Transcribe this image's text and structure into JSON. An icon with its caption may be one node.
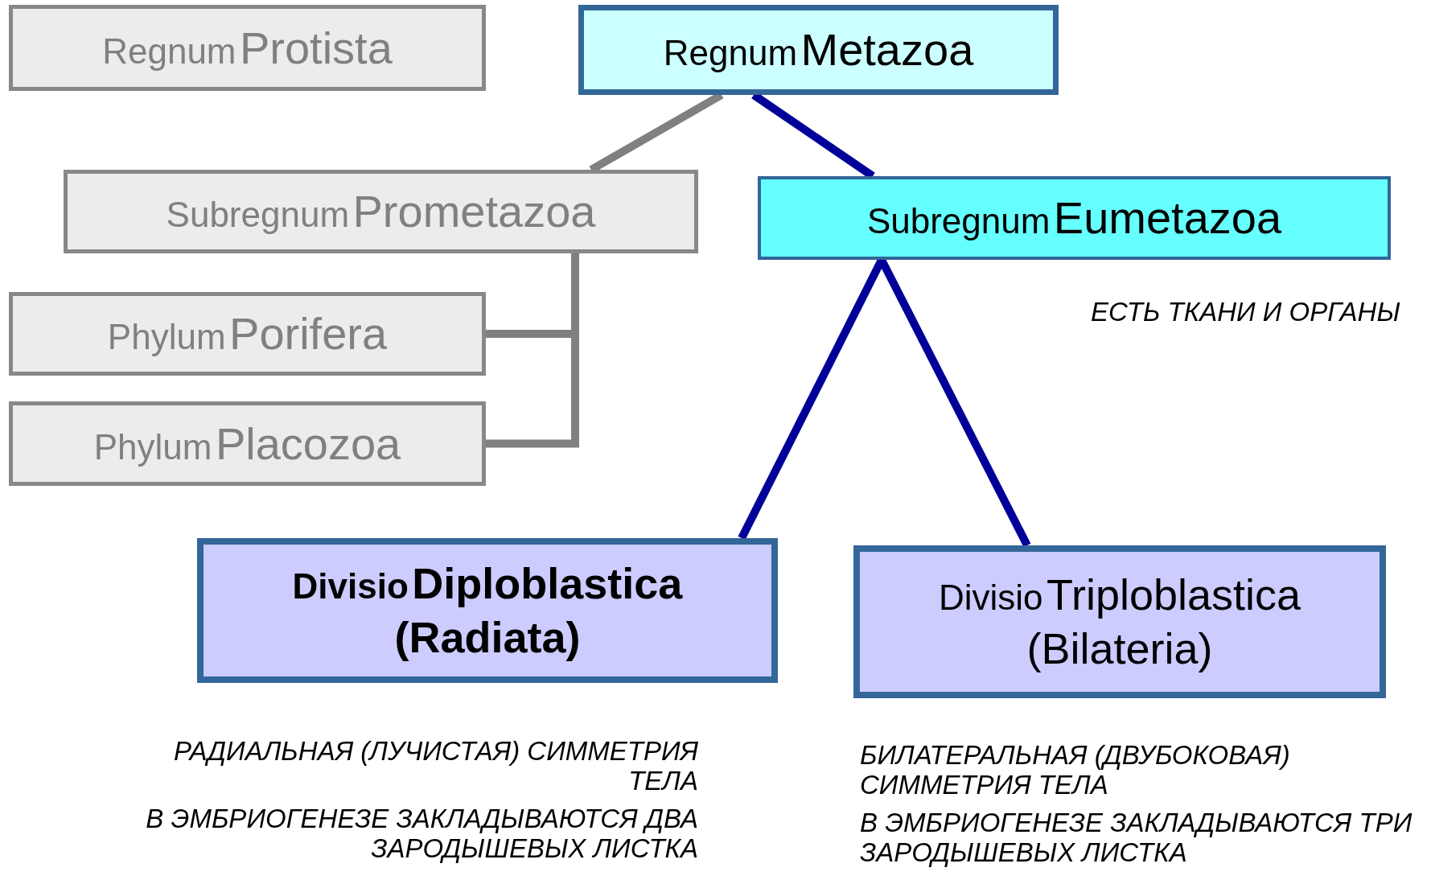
{
  "diagram": {
    "nodes": [
      {
        "text": [
          "Regnum",
          "Protista"
        ]
      },
      {
        "text": [
          "Regnum",
          "Metazoa"
        ]
      },
      {
        "text": [
          "Subregnum",
          "Prometazoa"
        ]
      },
      {
        "text": [
          "Subregnum",
          "Eumetazoa"
        ],
        "beside": [
          "ЕСТЬ ТКАНИ И ОРГАНЫ"
        ]
      },
      {
        "text": [
          "Phylum",
          "Porifera"
        ]
      },
      {
        "text": [
          "Phylum",
          "Placozoa"
        ]
      },
      {
        "text": [
          "Divisio",
          "Diploblastica (Radiata)"
        ],
        "beside": [
          "РАДИАЛЬНАЯ (ЛУЧИСТАЯ) СИММЕТРИЯ ТЕЛА",
          "В ЭМБРИОГЕНЕЗЕ ЗАКЛАДЫВАЮТСЯ ДВА ЗАРОДЫШЕВЫХ ЛИСТКА"
        ]
      },
      {
        "text": [
          "Divisio",
          "Triploblastica (Bilateria)"
        ],
        "beside": [
          "БИЛАТЕРАЛЬНАЯ (ДВУБОКОВАЯ) СИММЕТРИЯ ТЕЛА",
          "В ЭМБРИОГЕНЕЗЕ ЗАКЛАДЫВАЮТСЯ ТРИ ЗАРОДЫШЕВЫХ ЛИСТКА"
        ]
      }
    ],
    "edges": [
      {
        "from": 1,
        "to": 2,
        "arrow": "none",
        "color": "#808080"
      },
      {
        "from": 1,
        "to": 3,
        "arrow": "none",
        "color": "#000099"
      },
      {
        "from": 2,
        "to": 4,
        "arrow": "none",
        "color": "#808080"
      },
      {
        "from": 2,
        "to": 5,
        "arrow": "none",
        "color": "#808080"
      },
      {
        "from": 3,
        "to": 6,
        "arrow": "none",
        "color": "#000099"
      },
      {
        "from": 3,
        "to": 7,
        "arrow": "none",
        "color": "#000099"
      }
    ]
  }
}
